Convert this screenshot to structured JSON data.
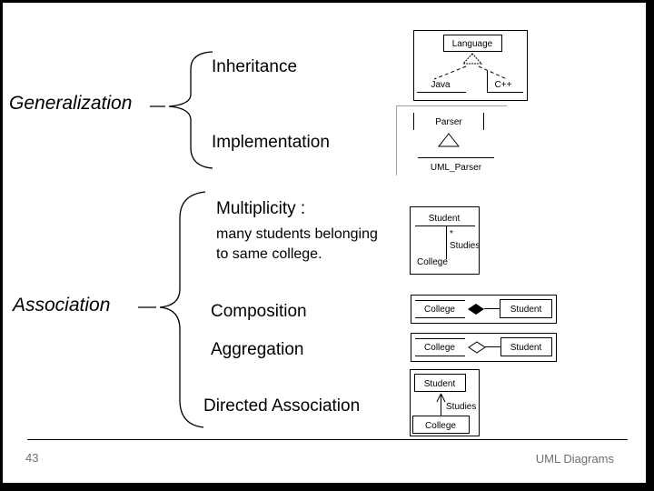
{
  "groups": {
    "generalization": {
      "label": "Generalization",
      "inheritance": "Inheritance",
      "implementation": "Implementation"
    },
    "association": {
      "label": "Association",
      "multiplicity_heading": "Multiplicity :",
      "multiplicity_note": "many students belonging to same college.",
      "composition": "Composition",
      "aggregation": "Aggregation",
      "directed_association": "Directed Association"
    }
  },
  "diagrams": {
    "inheritance_example": {
      "parent": "Language",
      "child_left": "Java",
      "child_right": "C++"
    },
    "implementation_example": {
      "interface": "Parser",
      "class": "UML_Parser"
    },
    "multiplicity_example": {
      "class_top": "Student",
      "multiplicity": "*",
      "association": "Studies",
      "class_bottom": "College"
    },
    "composition_example": {
      "whole": "College",
      "part": "Student"
    },
    "aggregation_example": {
      "whole": "College",
      "part": "Student"
    },
    "directed_example": {
      "class_top": "Student",
      "association": "Studies",
      "class_bottom": "College"
    }
  },
  "footer": {
    "page_number": "43",
    "deck_title": "UML Diagrams"
  },
  "colors": {
    "text": "#000000",
    "footer_text": "#6f6f6f",
    "frame": "#000000",
    "gray_border": "#a6a6a6"
  }
}
